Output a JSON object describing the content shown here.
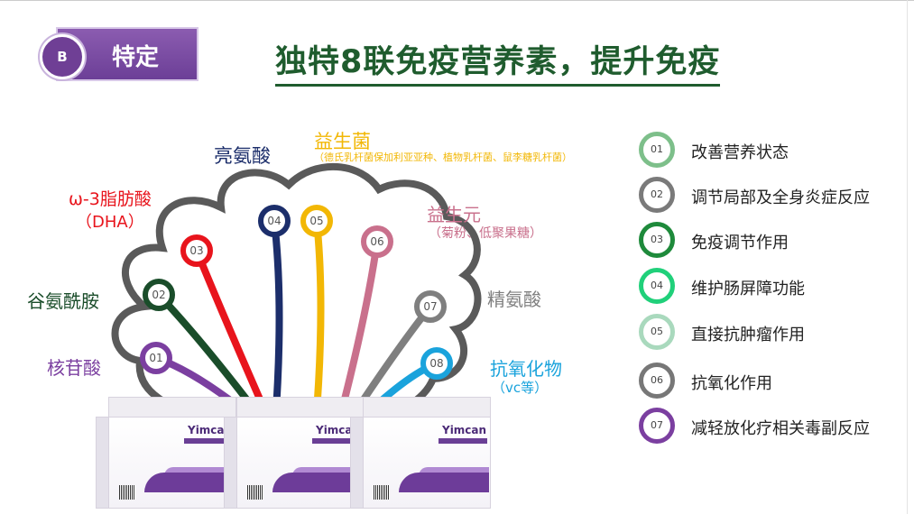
{
  "badge": {
    "letter": "B",
    "label": "特定"
  },
  "title": "独特8联免疫营养素，提升免疫",
  "nodes": [
    {
      "num": "01",
      "name": "核苷酸",
      "sub": "",
      "color": "#7b3fa0"
    },
    {
      "num": "02",
      "name": "谷氨酰胺",
      "sub": "",
      "color": "#1a4d2a"
    },
    {
      "num": "03",
      "name": "ω-3脂肪酸",
      "sub": "（DHA）",
      "color": "#e8141c"
    },
    {
      "num": "04",
      "name": "亮氨酸",
      "sub": "",
      "color": "#1c2e6b"
    },
    {
      "num": "05",
      "name": "益生菌",
      "sub": "（德氏乳杆菌保加利亚亚种、植物乳杆菌、鼠李糖乳杆菌）",
      "color": "#f2b705"
    },
    {
      "num": "06",
      "name": "益生元",
      "sub": "（菊粉、低聚果糖）",
      "color": "#c9708c"
    },
    {
      "num": "07",
      "name": "精氨酸",
      "sub": "",
      "color": "#7f7f7f"
    },
    {
      "num": "08",
      "name": "抗氧化物",
      "sub": "（vc等）",
      "color": "#1aa3dc"
    }
  ],
  "benefits": [
    {
      "num": "01",
      "text": "改善营养状态",
      "color": "#7dbf8a"
    },
    {
      "num": "02",
      "text": "调节局部及全身炎症反应",
      "color": "#7a7a7a"
    },
    {
      "num": "03",
      "text": "免疫调节作用",
      "color": "#1e8a3b"
    },
    {
      "num": "04",
      "text": "维护肠屏障功能",
      "color": "#20d07a"
    },
    {
      "num": "05",
      "text": "直接抗肿瘤作用",
      "color": "#a9d9bd"
    },
    {
      "num": "06",
      "text": "抗氧化作用",
      "color": "#777777"
    },
    {
      "num": "07",
      "text": "减轻放化疗相关毒副反应",
      "color": "#7b3fa0"
    }
  ],
  "product": {
    "brand": "Yimcan"
  }
}
